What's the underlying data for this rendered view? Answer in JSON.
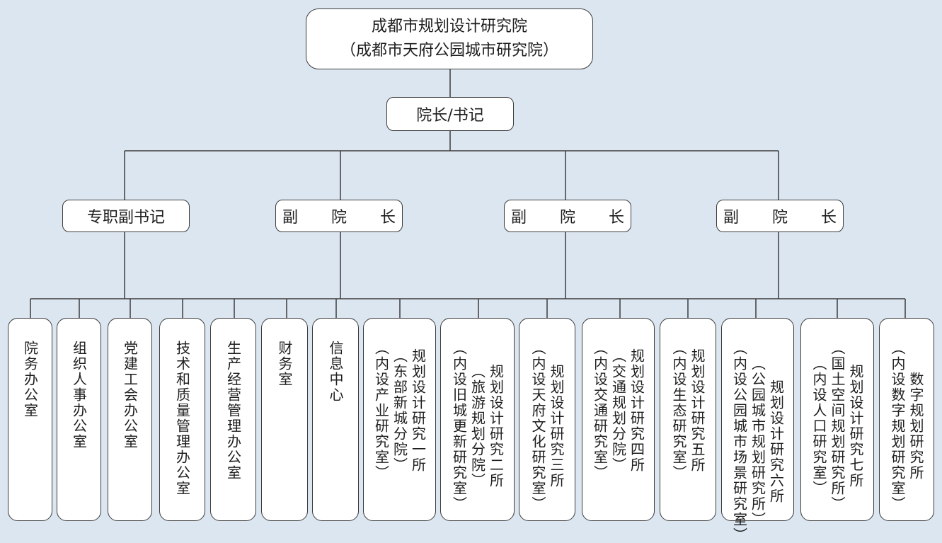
{
  "org_chart": {
    "root": {
      "line1": "成都市规划设计研究院",
      "line2": "（成都市天府公园城市研究院）"
    },
    "head": "院长/书记",
    "deputies": [
      {
        "label": "专职副书记"
      },
      {
        "label": "副 院 长"
      },
      {
        "label": "副 院 长"
      },
      {
        "label": "副 院 长"
      }
    ],
    "units": [
      {
        "cols": [
          "院务办公室"
        ]
      },
      {
        "cols": [
          "组织人事办公室"
        ]
      },
      {
        "cols": [
          "党建工会办公室"
        ]
      },
      {
        "cols": [
          "技术和质量管理办公室"
        ]
      },
      {
        "cols": [
          "生产经营管理办公室"
        ]
      },
      {
        "cols": [
          "财务室"
        ]
      },
      {
        "cols": [
          "信息中心"
        ]
      },
      {
        "cols": [
          "规划设计研究一所",
          "（东部新城分院）",
          "（内设产业研究室）"
        ]
      },
      {
        "cols": [
          "规划设计研究二所",
          "（旅游规划分院）",
          "（内设旧城更新研究室）"
        ]
      },
      {
        "cols": [
          "规划设计研究三所",
          "（内设天府文化研究室）"
        ]
      },
      {
        "cols": [
          "规划设计研究四所",
          "（交通规划分院）",
          "（内设交通研究室）"
        ]
      },
      {
        "cols": [
          "规划设计研究五所",
          "（内设生态研究室）"
        ]
      },
      {
        "cols": [
          "规划设计研究六所",
          "（公园城市规划研究所）",
          "（内设公园城市场景研究室）"
        ]
      },
      {
        "cols": [
          "规划设计研究七所",
          "（国土空间规划研究所）",
          "（内设人口研究室）"
        ]
      },
      {
        "cols": [
          "数字规划研究所",
          "（内设数字规划研究室）"
        ]
      }
    ]
  }
}
